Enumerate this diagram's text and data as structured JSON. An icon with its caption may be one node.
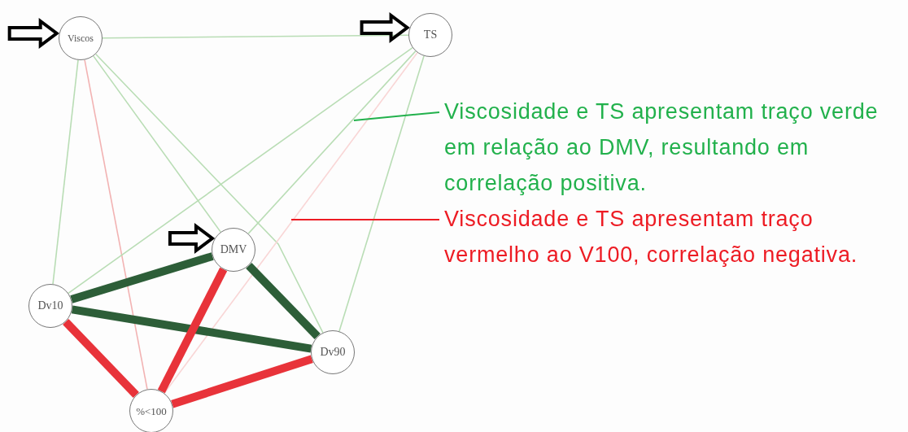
{
  "diagram": {
    "nodes": [
      {
        "text": [
          "Viscos"
        ]
      },
      {
        "text": [
          "TS"
        ]
      },
      {
        "text": [
          "DMV"
        ]
      },
      {
        "text": [
          "Dv10"
        ]
      },
      {
        "text": [
          "Dv90"
        ]
      },
      {
        "text": [
          "%<100"
        ]
      },
      {
        "text": [
          "Viscosidade e TS apresentam traço verde em relação ao DMV, resultando em correlação positiva."
        ]
      },
      {
        "text": [
          "Viscosidade e TS apresentam traço vermelho ao V100, correlação negativa."
        ]
      }
    ],
    "edges": [
      {
        "from": 0,
        "to": 1,
        "arrow": "none"
      },
      {
        "from": 0,
        "to": 3,
        "arrow": "none"
      },
      {
        "from": 0,
        "to": 5,
        "arrow": "none",
        "color": "#f2b3b3"
      },
      {
        "from": 0,
        "to": 2,
        "arrow": "none"
      },
      {
        "from": 0,
        "to": 4,
        "arrow": "none"
      },
      {
        "from": 1,
        "to": 3,
        "arrow": "none"
      },
      {
        "from": 1,
        "to": 2,
        "arrow": "none"
      },
      {
        "from": 1,
        "to": 5,
        "arrow": "none",
        "color": "#f9d6d6"
      },
      {
        "from": 1,
        "to": 4,
        "arrow": "none"
      },
      {
        "from": 2,
        "to": 3,
        "arrow": "none",
        "style": "thick",
        "color": "#2d5e38"
      },
      {
        "from": 2,
        "to": 4,
        "arrow": "none",
        "style": "thick",
        "color": "#2d5e38"
      },
      {
        "from": 3,
        "to": 4,
        "arrow": "none",
        "style": "thick",
        "color": "#2d5e38"
      },
      {
        "from": 2,
        "to": 5,
        "arrow": "none",
        "style": "thick",
        "color": "#e8333a"
      },
      {
        "from": 3,
        "to": 5,
        "arrow": "none",
        "style": "thick",
        "color": "#e8333a"
      },
      {
        "from": 4,
        "to": 5,
        "arrow": "none",
        "style": "thick",
        "color": "#e8333a"
      },
      {
        "from": null,
        "to": 0,
        "arrow": "to",
        "style": "thick",
        "color": "#000000"
      },
      {
        "from": null,
        "to": 1,
        "arrow": "to",
        "style": "thick",
        "color": "#000000"
      },
      {
        "from": null,
        "to": 2,
        "arrow": "to",
        "style": "thick",
        "color": "#000000"
      },
      {
        "from": 6,
        "to": null,
        "arrow": "none",
        "color": "#22b14c"
      },
      {
        "from": 7,
        "to": null,
        "arrow": "none",
        "color": "#ed1c24"
      }
    ]
  }
}
